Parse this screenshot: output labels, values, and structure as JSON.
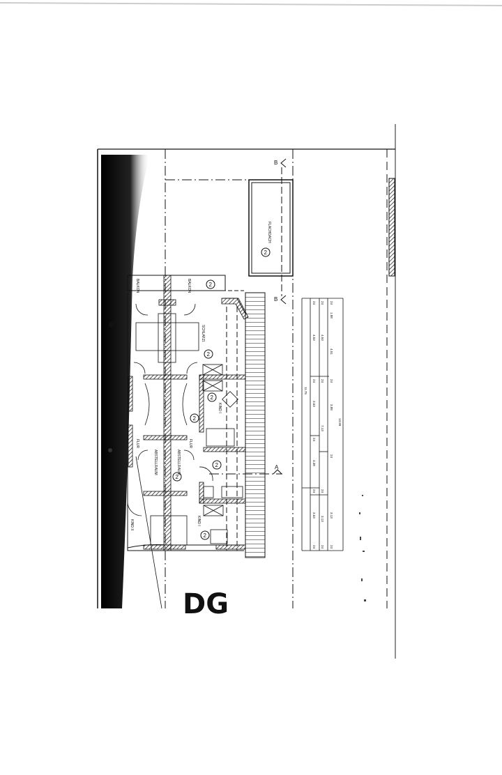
{
  "drawing": {
    "floor_label": "DG",
    "section_marks": [
      "B",
      "B",
      "A"
    ],
    "rooms": {
      "balkon_left": "BALKON",
      "balkon_right": "BALKON",
      "schlafzimmer": "SCHLAFZI.",
      "kind_1": "KIND I",
      "kind_2": "KIND II",
      "kind_3": "KIND I",
      "flur_left": "FLUR",
      "flur_right": "FLUR",
      "abstellraum_left": "ABSTELLRAUM",
      "abstellraum_right": "ABSTELLRAUM",
      "flachdach": "FLACHDACH"
    },
    "room_number": "2",
    "dimensions": {
      "row1": [
        "24",
        "4.53",
        "24",
        "3.63",
        "24",
        "3.38",
        "24",
        "3.63",
        "24"
      ],
      "row2": [
        "24",
        "4.53",
        "24",
        "7.13",
        "24",
        "3.13",
        "24"
      ],
      "row3": [
        "24",
        "1.88",
        "4.51",
        "24",
        "3.88",
        "24",
        "3.13",
        "24"
      ],
      "overall_upper": "11.75",
      "overall": "13.99"
    }
  }
}
